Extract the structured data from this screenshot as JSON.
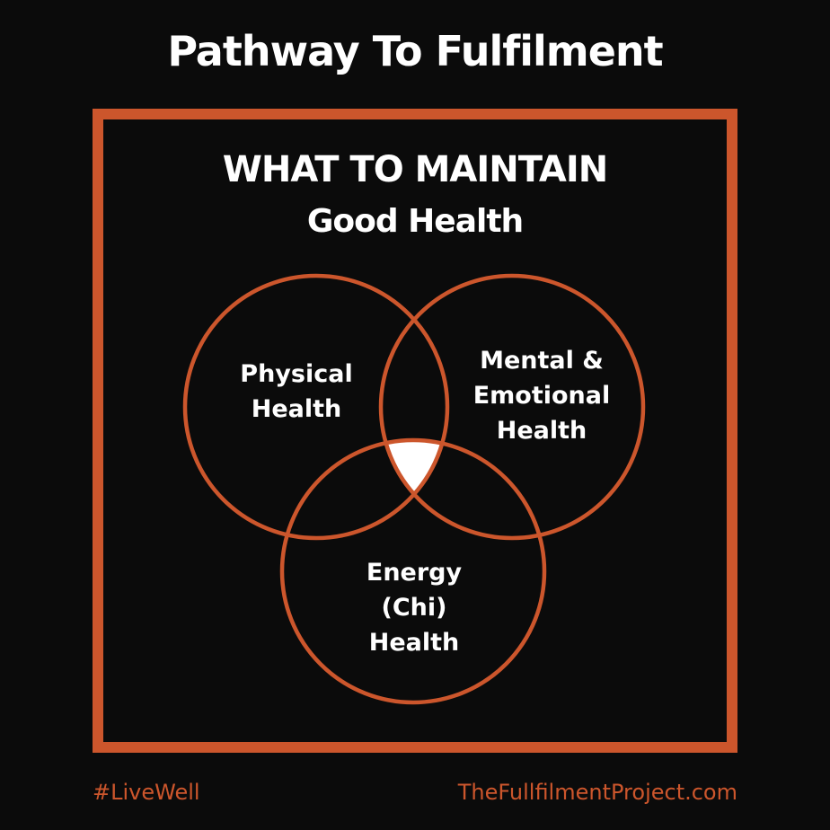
{
  "title": "Pathway To Fulfilment",
  "heading": "WHAT TO MAINTAIN",
  "subheading": "Good Health",
  "circles": [
    {
      "lines": [
        "Physical",
        "Health"
      ]
    },
    {
      "lines": [
        "Mental &",
        "Emotional",
        "Health"
      ]
    },
    {
      "lines": [
        "Energy",
        "(Chi)",
        "Health"
      ]
    }
  ],
  "footer": {
    "hashtag": "#LiveWell",
    "website": "TheFullfilmentProject.com"
  },
  "colors": {
    "accent": "#cc562c",
    "background": "#0b0b0b",
    "center": "#ffffff"
  }
}
